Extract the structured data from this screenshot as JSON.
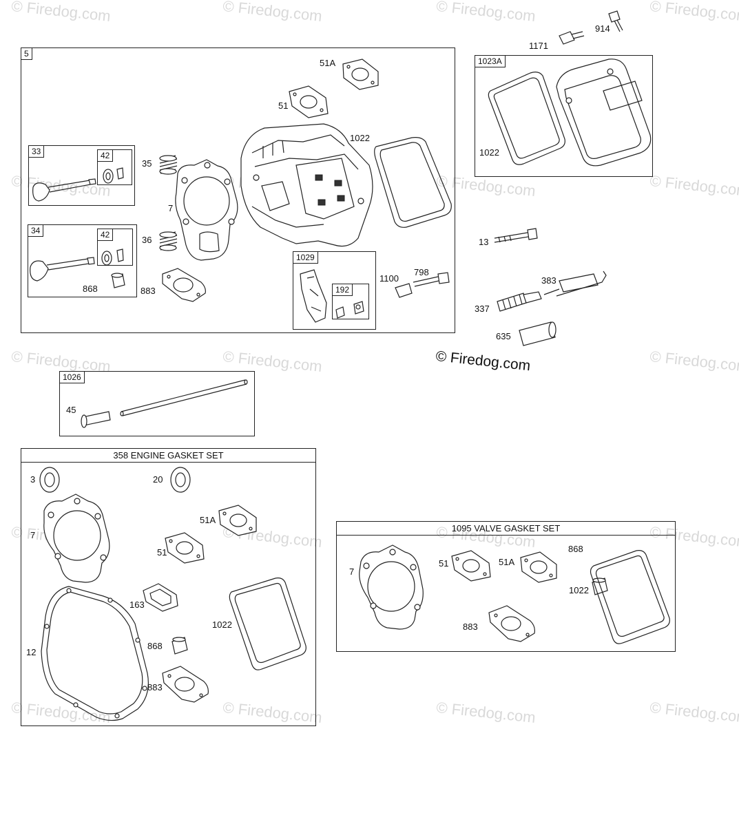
{
  "watermark": {
    "text": "© Firedog.com",
    "credit": "© Firedog.com"
  },
  "boxes": {
    "main": "5",
    "b33": "33",
    "b42a": "42",
    "b34": "34",
    "b42b": "42",
    "b1029": "1029",
    "b192": "192",
    "b1023a": "1023A",
    "b1026": "1026",
    "engine_set": "358 ENGINE GASKET SET",
    "valve_set": "1095 VALVE GASKET SET"
  },
  "labels": {
    "p51a_top": "51A",
    "p51_top": "51",
    "p1022_top": "1022",
    "p35": "35",
    "p7_top": "7",
    "p36": "36",
    "p868_top": "868",
    "p883_top": "883",
    "p1100": "1100",
    "p798": "798",
    "p914": "914",
    "p1171": "1171",
    "p1022_cover": "1022",
    "p13": "13",
    "p383": "383",
    "p337": "337",
    "p635": "635",
    "p45": "45",
    "e3": "3",
    "e20": "20",
    "e51a": "51A",
    "e7": "7",
    "e51": "51",
    "e163": "163",
    "e12": "12",
    "e1022": "1022",
    "e868": "868",
    "e883": "883",
    "v7": "7",
    "v51": "51",
    "v51a": "51A",
    "v868": "868",
    "v1022": "1022",
    "v883": "883"
  },
  "colors": {
    "line": "#222222",
    "watermark": "#d9d9d9",
    "background": "#ffffff"
  }
}
